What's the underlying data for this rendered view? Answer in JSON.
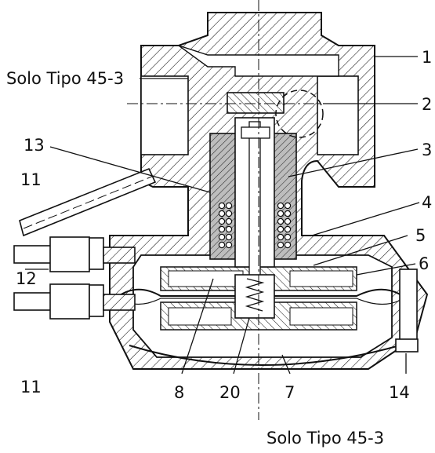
{
  "diagram": {
    "notes": {
      "top": "Solo Tipo 45-3",
      "bottom": "Solo Tipo 45-3"
    },
    "callouts": {
      "c1": "1",
      "c2": "2",
      "c3": "3",
      "c4": "4",
      "c5": "5",
      "c6": "6",
      "c7": "7",
      "c8": "8",
      "c11a": "11",
      "c11b": "11",
      "c12": "12",
      "c13": "13",
      "c14": "14",
      "c20": "20"
    },
    "colors": {
      "line": "#111111",
      "highlight": "#bdbdbd",
      "paper": "#ffffff"
    }
  }
}
